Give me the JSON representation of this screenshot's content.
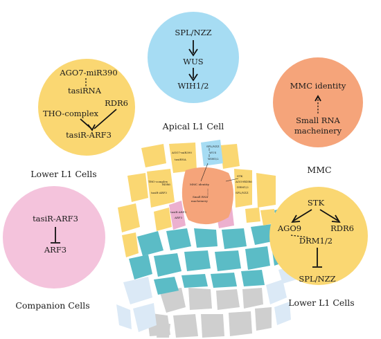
{
  "colors": {
    "apical": "#a6dcf3",
    "lower_l1": "#fad772",
    "mmc": "#f5a47a",
    "companion": "#f4c3dc",
    "teal": "#5bbcc6",
    "light_blue": "#dbe9f6",
    "grey": "#cfcfcf",
    "pink_cell": "#ecb0cf"
  },
  "panels": {
    "apical": {
      "caption": "Apical L1 Cell",
      "nodes": [
        "SPL/NZZ",
        "WUS",
        "WIH1/2"
      ]
    },
    "lower_l1_left": {
      "caption": "Lower L1 Cells",
      "nodes": [
        "AGO7-miR390",
        "tasiRNA",
        "RDR6",
        "THO-complex",
        "tasiR-ARF3"
      ]
    },
    "mmc": {
      "caption": "MMC",
      "nodes": [
        "MMC identity",
        "Small RNA",
        "macheinery"
      ]
    },
    "companion": {
      "caption": "Companion Cells",
      "nodes": [
        "tasiR-ARF3",
        "ARF3"
      ]
    },
    "lower_l1_right": {
      "caption": "Lower L1 Cells",
      "nodes": [
        "STK",
        "AGO9",
        "RDR6",
        "DRM1/2",
        "SPL/NZZ"
      ]
    }
  },
  "tissue": {
    "mmc_labels": [
      "MMC identity",
      "Small RNA",
      "macheinery"
    ],
    "upper_left_labels": [
      "AGO7-miR390",
      "tasiRNA"
    ],
    "left_labels": [
      "THO-complex",
      "RDR6",
      "tasiR-ARF3"
    ],
    "apical_labels": [
      "SPL/NZZ",
      "WUS",
      "WIH1/2"
    ],
    "right_labels": [
      "STK",
      "AGO9",
      "RDR6",
      "DRM1/2",
      "SPL/NZZ"
    ],
    "companion_labels": [
      "tasiR-ARF3",
      "ARF3"
    ]
  }
}
